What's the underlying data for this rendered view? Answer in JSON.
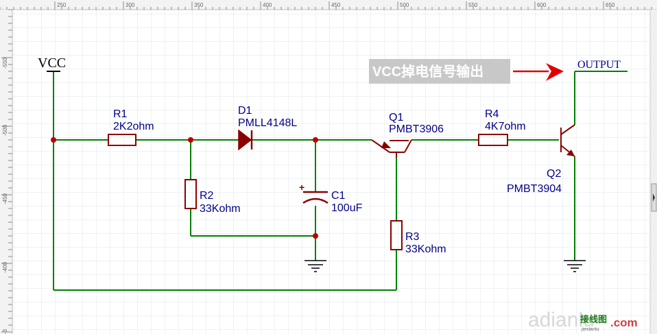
{
  "rulers": {
    "top": [
      "250",
      "300",
      "350",
      "400",
      "450",
      "500",
      "550",
      "600",
      "650"
    ],
    "left": [
      "-550",
      "-500",
      "-450",
      "-400",
      "-3"
    ]
  },
  "power": {
    "vcc": "VCC",
    "output": "OUTPUT"
  },
  "annotation": {
    "text": "VCC掉电信号输出"
  },
  "components": {
    "R1": {
      "ref": "R1",
      "value": "2K2ohm"
    },
    "D1": {
      "ref": "D1",
      "value": "PMLL4148L"
    },
    "Q1": {
      "ref": "Q1",
      "value": "PMBT3906"
    },
    "R4": {
      "ref": "R4",
      "value": "4K7ohm"
    },
    "Q2": {
      "ref": "Q2",
      "value": "PMBT3904"
    },
    "R2": {
      "ref": "R2",
      "value": "33Kohm"
    },
    "C1": {
      "ref": "C1",
      "value": "100uF"
    },
    "R3": {
      "ref": "R3",
      "value": "33Kohm"
    }
  },
  "watermark": {
    "text": "adianlu",
    "logo_cn": "接线图",
    "logo_latin": "jiexiantu",
    "logo_com": ".com"
  },
  "colors": {
    "wire": "#008000",
    "component": "#8b0000",
    "label": "#00008b",
    "annotation_bg": "#c8c8c8",
    "arrow": "#e00000"
  }
}
